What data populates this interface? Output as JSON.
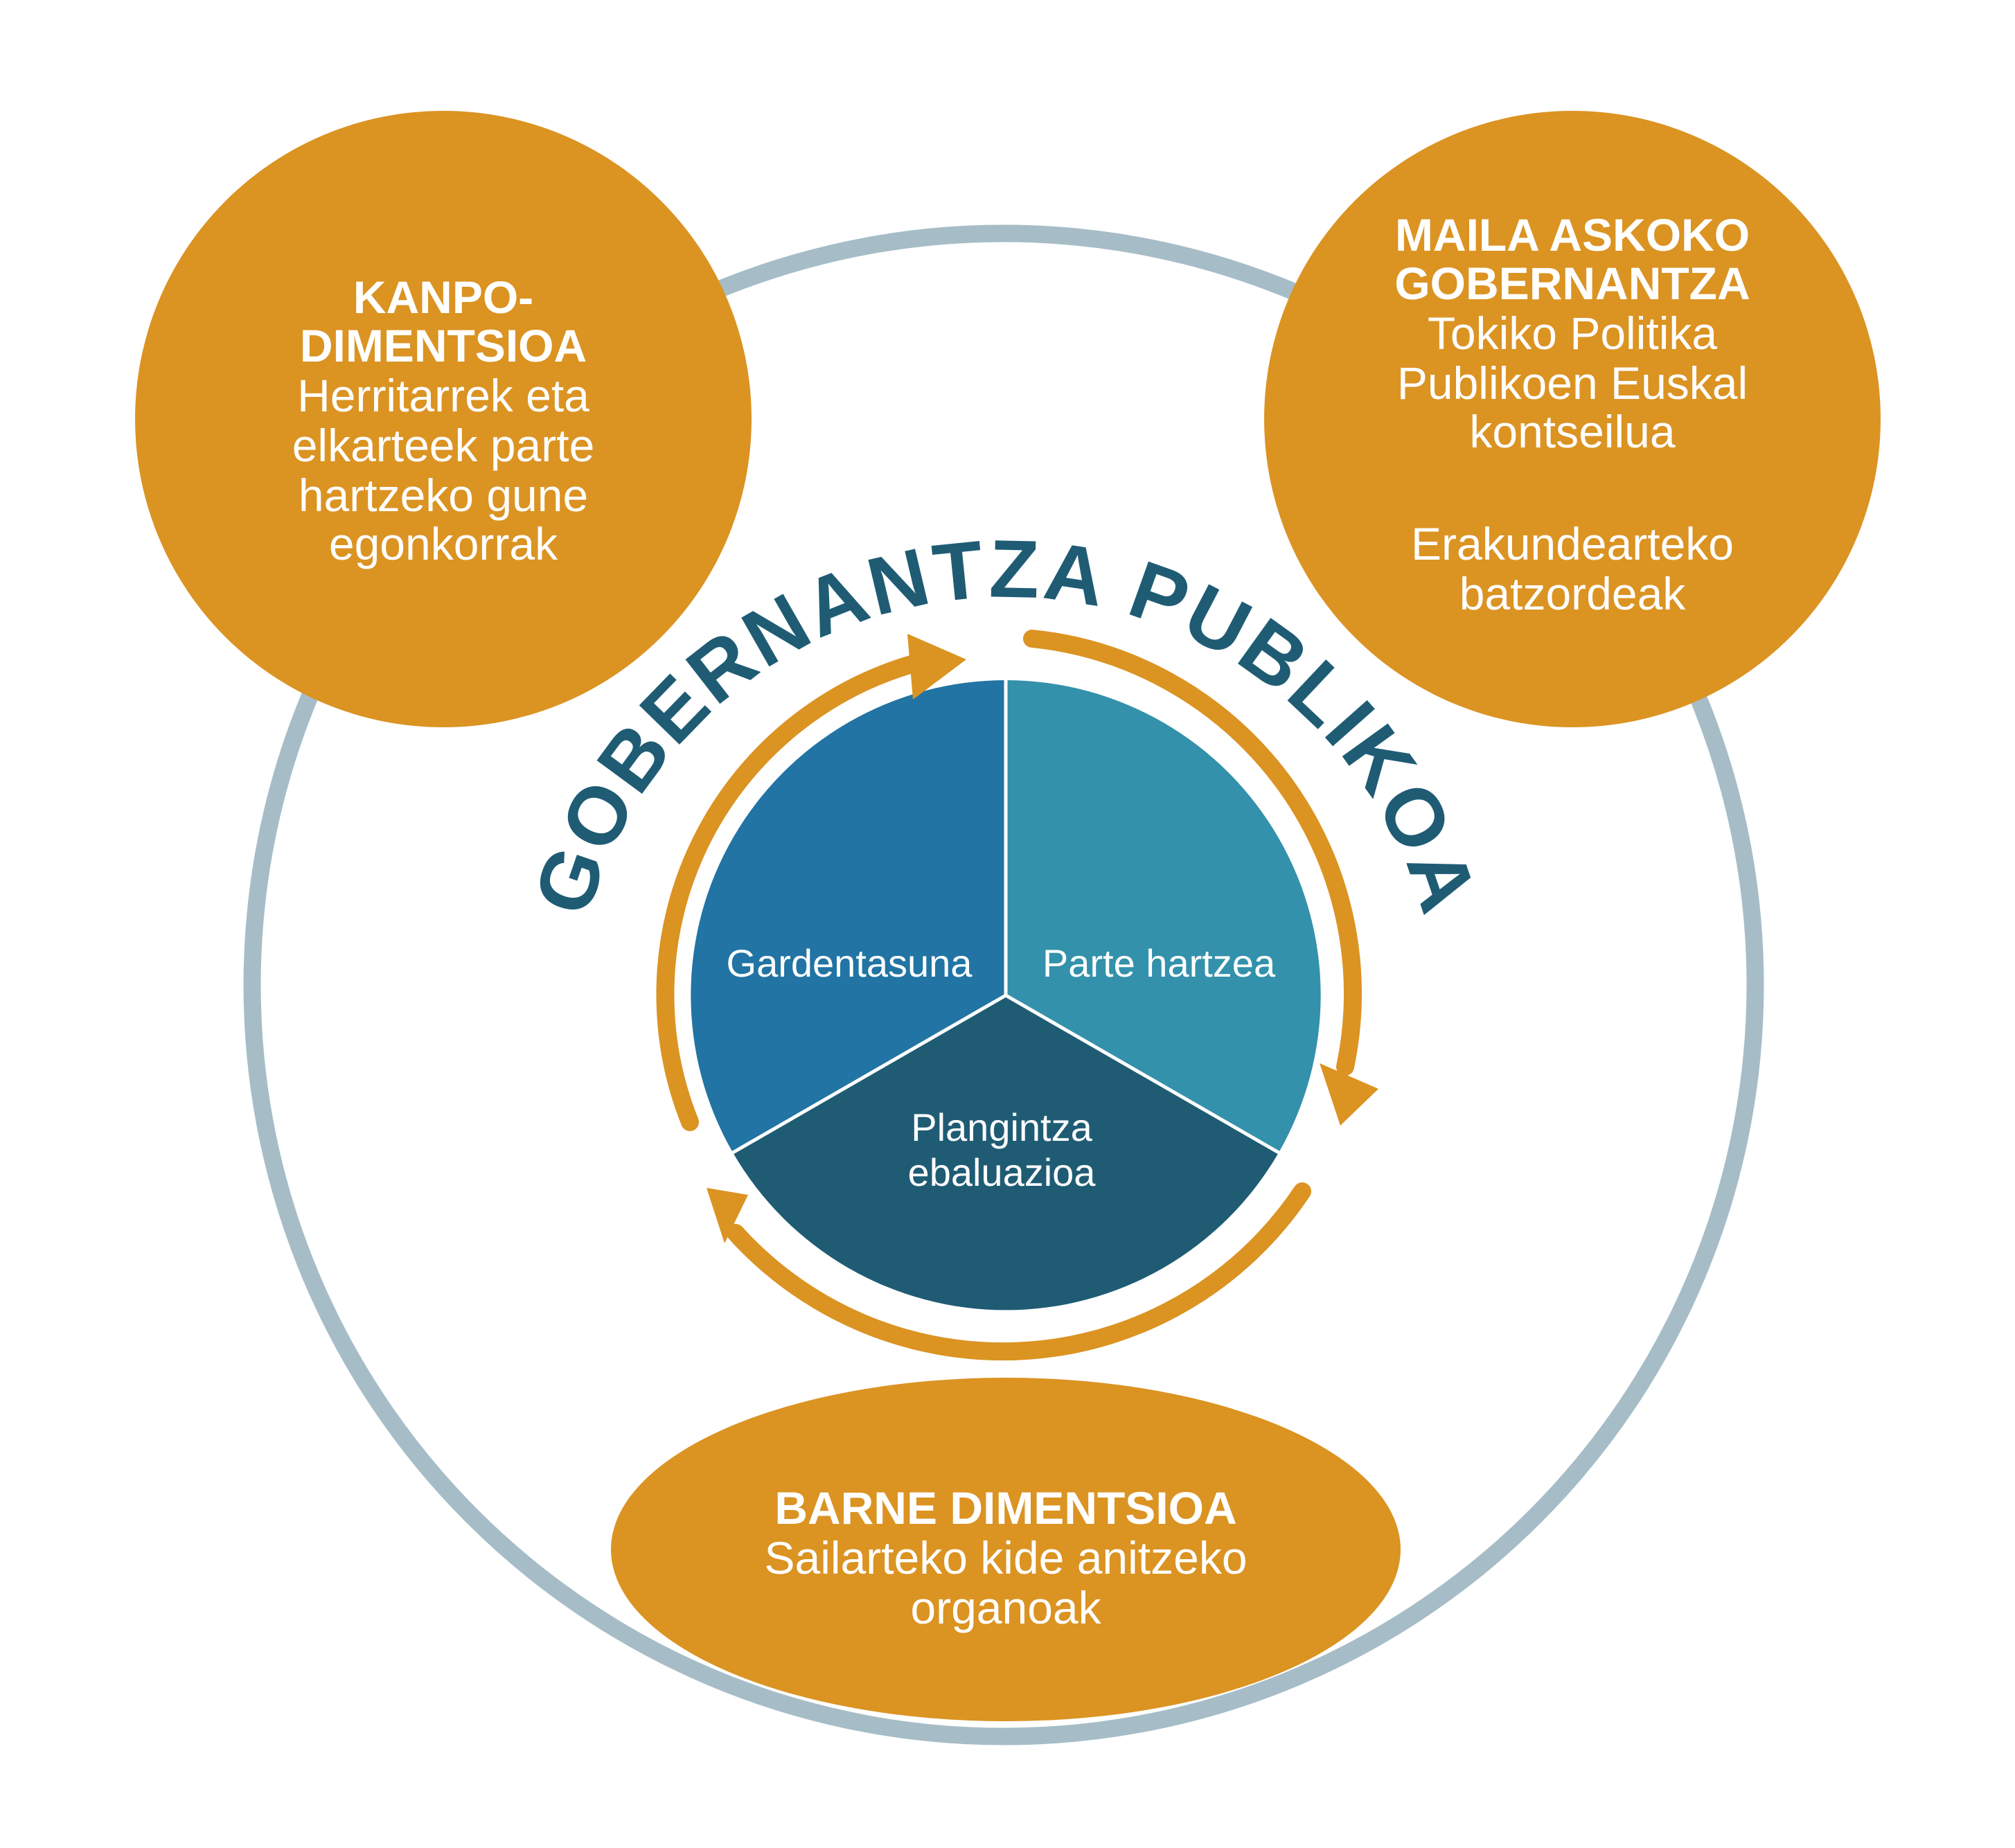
{
  "colors": {
    "orange": "#DB9322",
    "ring": "#A6BDC7",
    "pie_left": "#2174A3",
    "pie_right": "#3391AB",
    "pie_bottom": "#1F5C74",
    "title": "#1F5C74"
  },
  "title": "GOBERNANTZA PUBLIKOA",
  "left_circle": {
    "heading": [
      "KANPO-",
      "DIMENTSIOA"
    ],
    "body": [
      "Herritarrek eta",
      "elkarteek parte",
      "hartzeko gune",
      "egonkorrak"
    ]
  },
  "right_circle": {
    "heading": [
      "MAILA ASKOKO",
      "GOBERNANTZA"
    ],
    "body": [
      "Tokiko Politika",
      "Publikoen Euskal",
      "kontseilua",
      "",
      "Erakundearteko",
      "batzordeak"
    ]
  },
  "bottom_ellipse": {
    "heading": [
      "BARNE DIMENTSIOA"
    ],
    "body": [
      "Sailarteko kide anitzeko",
      "organoak"
    ]
  },
  "pie": {
    "segments": [
      {
        "label": [
          "Gardentasuna"
        ]
      },
      {
        "label": [
          "Parte hartzea"
        ]
      },
      {
        "label": [
          "Plangintza",
          "ebaluazioa"
        ]
      }
    ]
  }
}
